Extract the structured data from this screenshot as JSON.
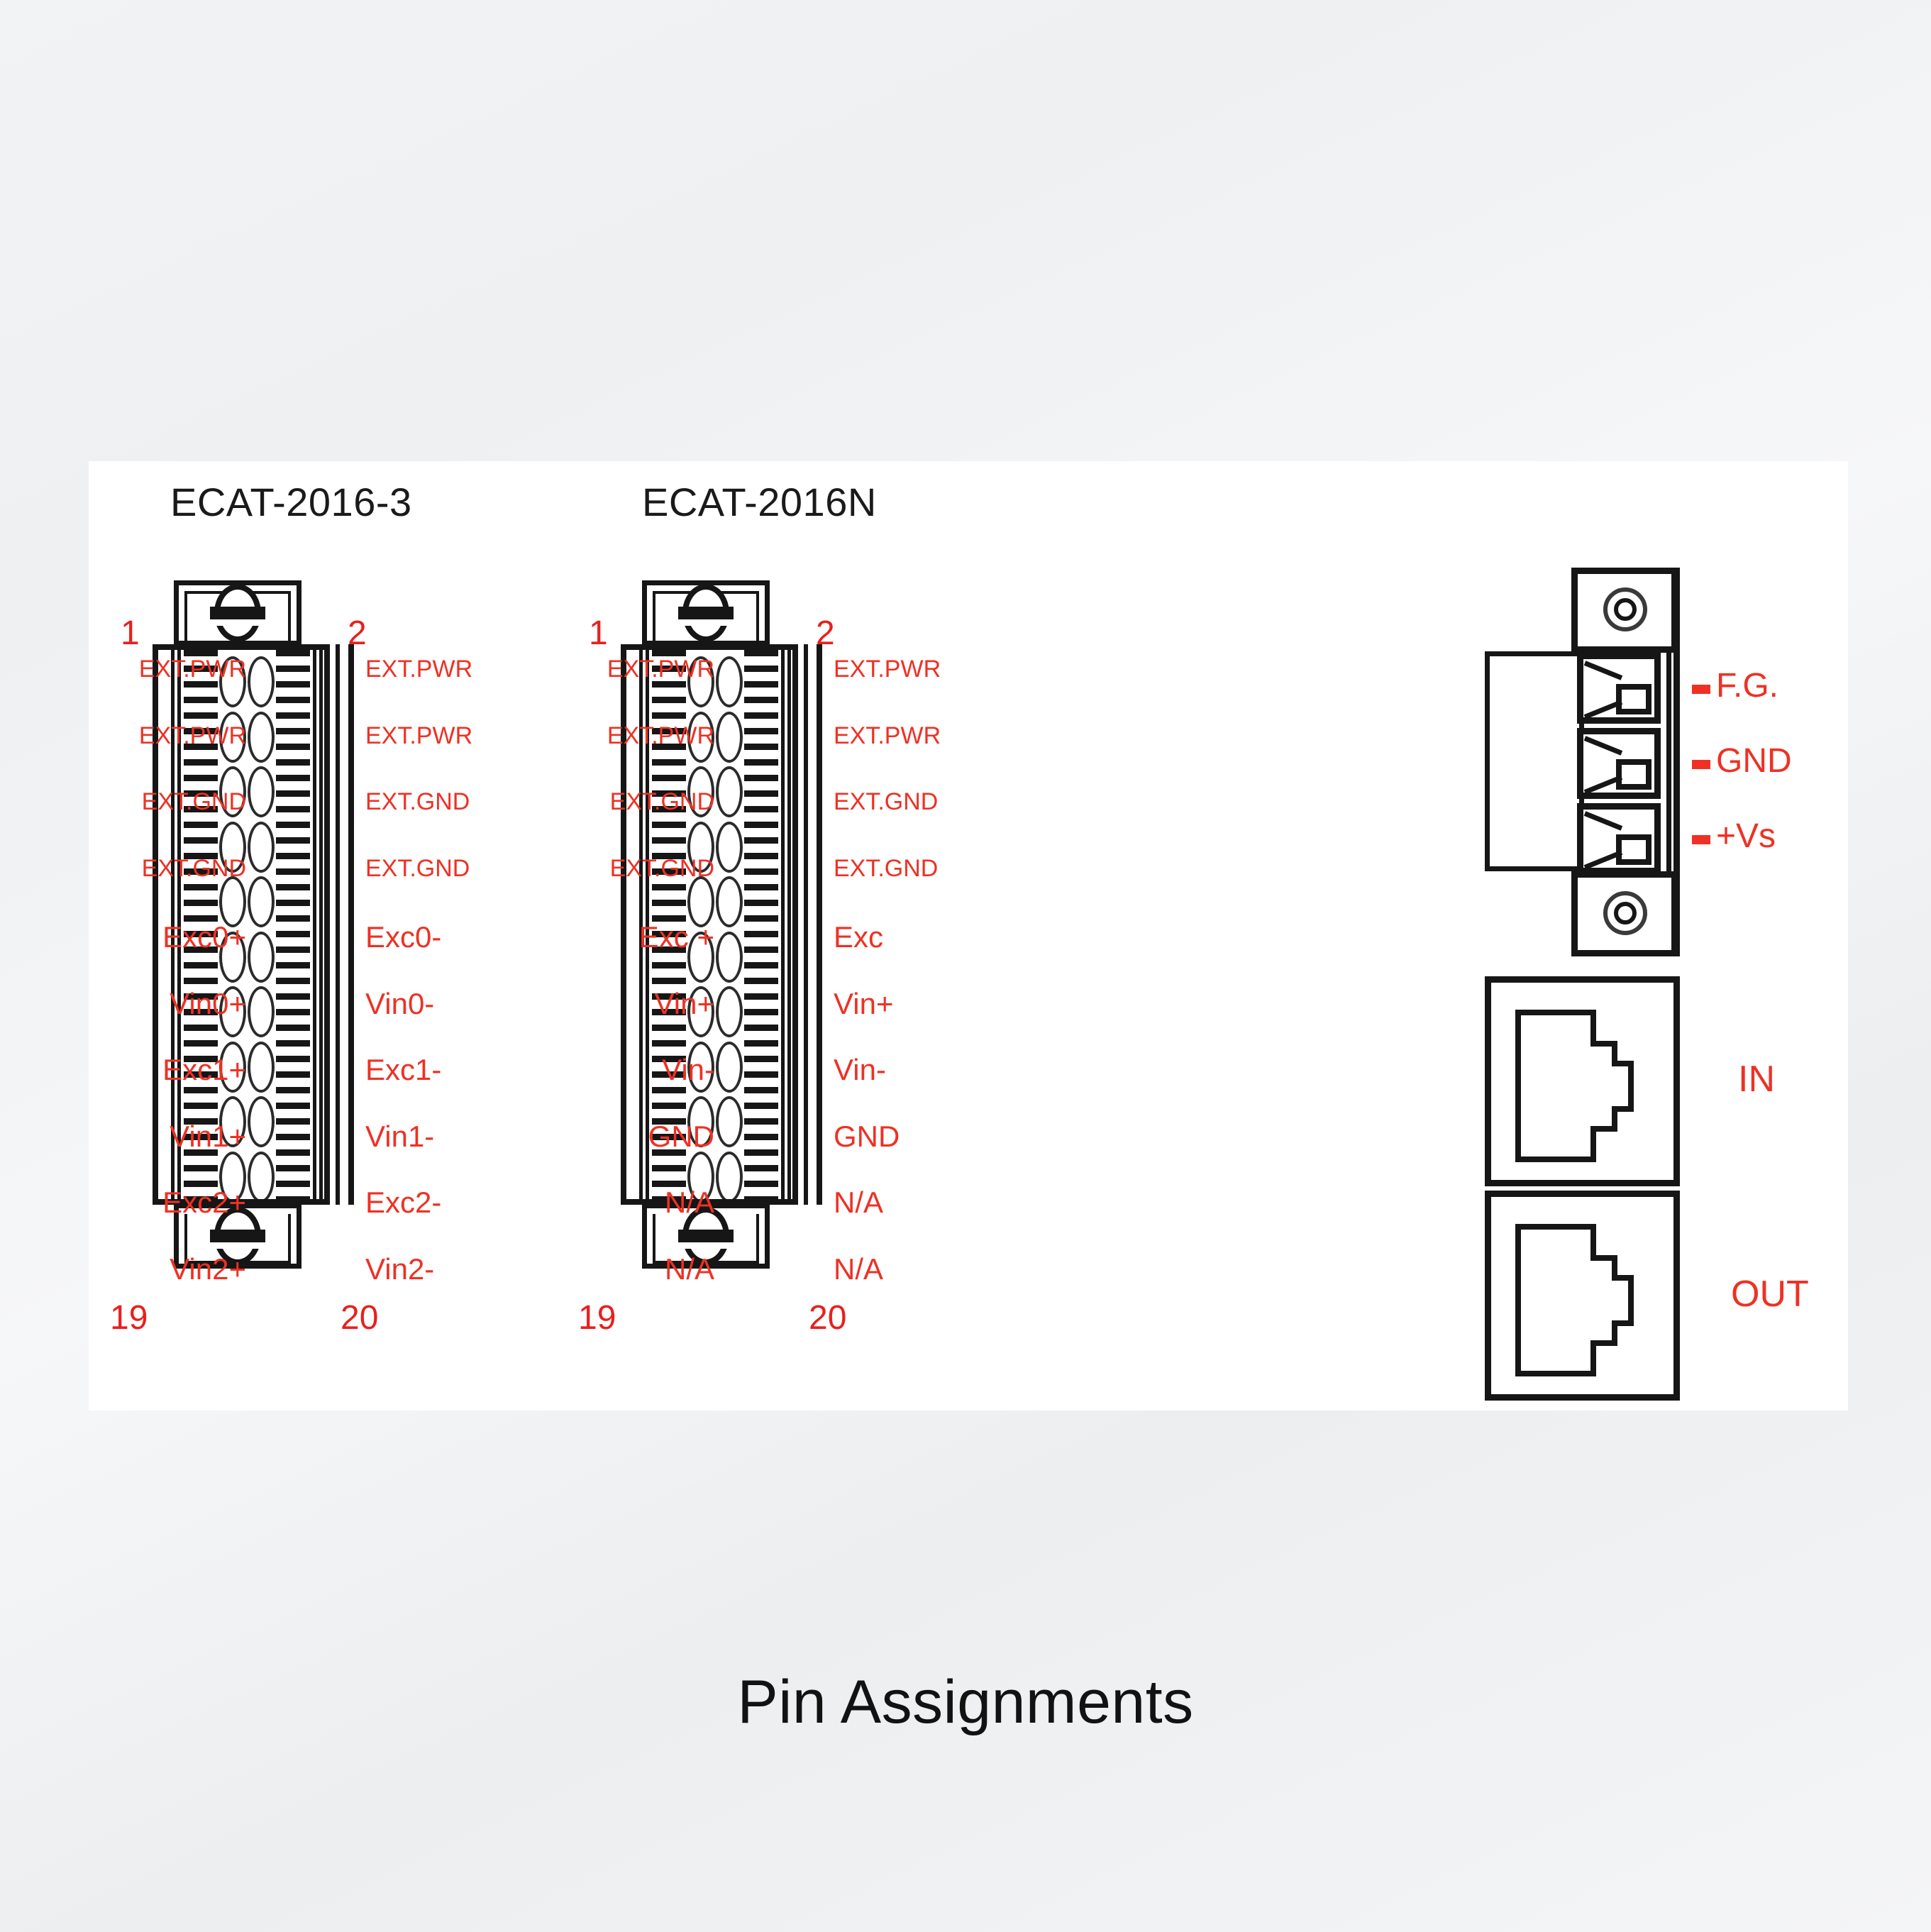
{
  "caption": "Pin Assignments",
  "colors": {
    "label_red": "#ee3124",
    "number_red": "#e8201e",
    "ink_black": "#161616",
    "panel_bg": "#ffffff"
  },
  "modules": [
    {
      "title": "ECAT-2016-3",
      "top_left_number": "1",
      "top_right_number": "2",
      "bottom_left_number": "19",
      "bottom_right_number": "20",
      "left_pins": [
        "EXT.PWR",
        "EXT.PWR",
        "EXT.GND",
        "EXT.GND",
        "Exc0+",
        "Vin0+",
        "Exc1+",
        "Vin1+",
        "Exc2+",
        "Vin2+"
      ],
      "right_pins": [
        "EXT.PWR",
        "EXT.PWR",
        "EXT.GND",
        "EXT.GND",
        "Exc0-",
        "Vin0-",
        "Exc1-",
        "Vin1-",
        "Exc2-",
        "Vin2-"
      ]
    },
    {
      "title": "ECAT-2016N",
      "top_left_number": "1",
      "top_right_number": "2",
      "bottom_left_number": "19",
      "bottom_right_number": "20",
      "left_pins": [
        "EXT.PWR",
        "EXT.PWR",
        "EXT.GND",
        "EXT.GND",
        "Exc +",
        "Vin+",
        "Vin-",
        "GND",
        "N/A",
        "N/A"
      ],
      "right_pins": [
        "EXT.PWR",
        "EXT.PWR",
        "EXT.GND",
        "EXT.GND",
        "Exc",
        "Vin+",
        "Vin-",
        "GND",
        "N/A",
        "N/A"
      ]
    }
  ],
  "side_panel": {
    "power_terminals": [
      {
        "label": "F.G."
      },
      {
        "label": "GND"
      },
      {
        "label": "+Vs"
      }
    ],
    "ethernet_ports": [
      {
        "label": "IN"
      },
      {
        "label": "OUT"
      }
    ]
  }
}
